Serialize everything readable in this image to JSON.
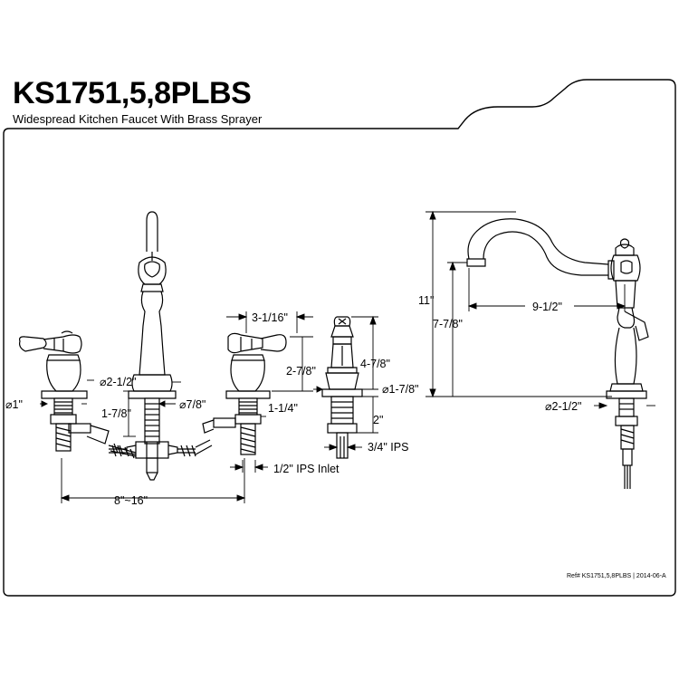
{
  "header": {
    "model": "KS1751,5,8PLBS",
    "subtitle": "Widespread Kitchen Faucet With Brass Sprayer"
  },
  "dimensions": {
    "spacing": "8\"~16\"",
    "cold_base_dia": "⌀1\"",
    "shank_len": "1-7/8\"",
    "spout_base_dia": "⌀2-1/2\"",
    "shank_dia": "⌀7/8\"",
    "handle_width": "3-1/16\"",
    "handle_height": "2-7/8\"",
    "handle_shank": "1-1/4\"",
    "inlet": "1/2\" IPS Inlet",
    "sprayer_height": "4-7/8\"",
    "sprayer_dia": "⌀1-7/8\"",
    "sprayer_shank": "2\"",
    "sprayer_thread": "3/4\" IPS",
    "spout_total_height": "11\"",
    "spout_height": "7-7/8\"",
    "spout_reach": "9-1/2\"",
    "side_base_dia": "⌀2-1/2\""
  },
  "footer": {
    "ref": "Ref# KS1751,5,8PLBS | 2014-06-A"
  }
}
